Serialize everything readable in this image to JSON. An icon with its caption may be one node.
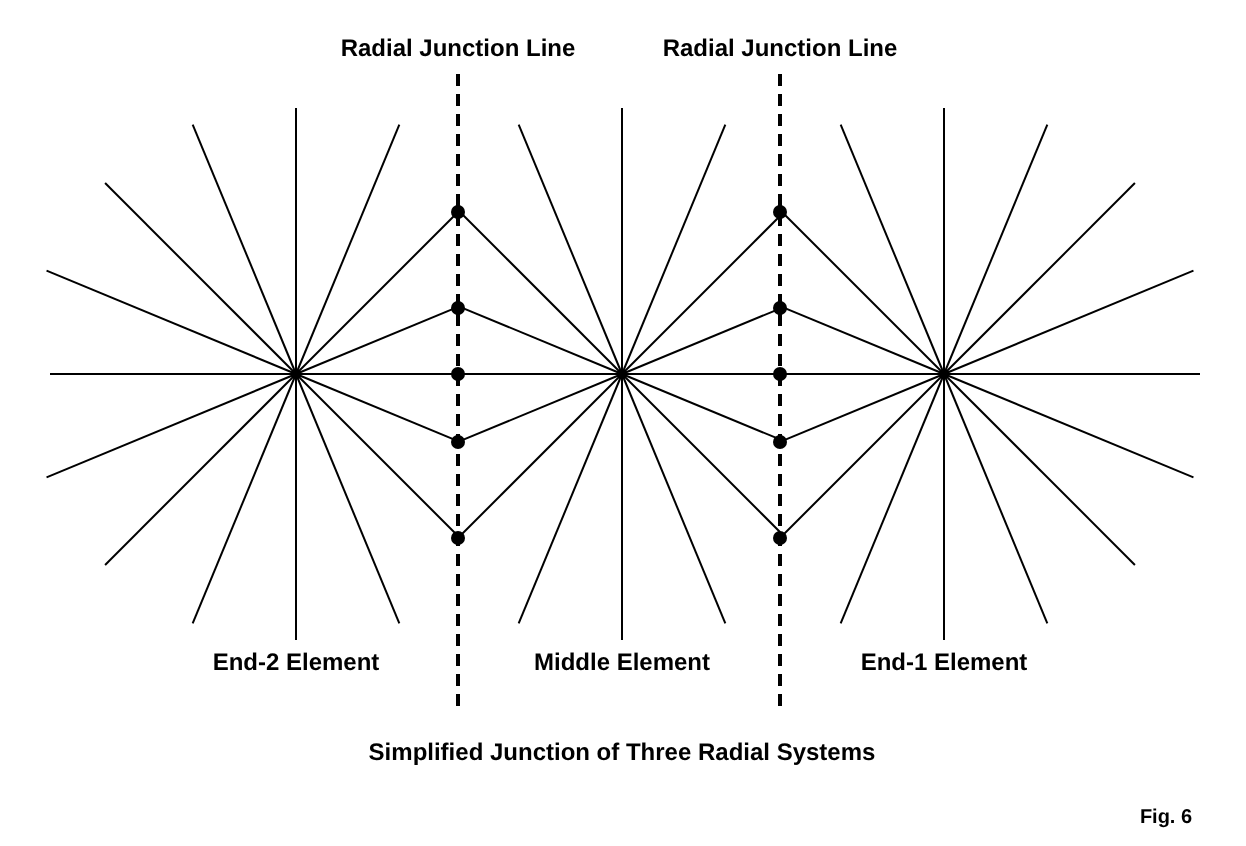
{
  "diagram": {
    "caption": "Simplified Junction of Three Radial Systems",
    "labels": [
      "Radial Junction Line",
      "Radial Junction Line",
      "End-2 Element",
      "Middle Element",
      "End-1 Element",
      "Fig. 6"
    ]
  }
}
